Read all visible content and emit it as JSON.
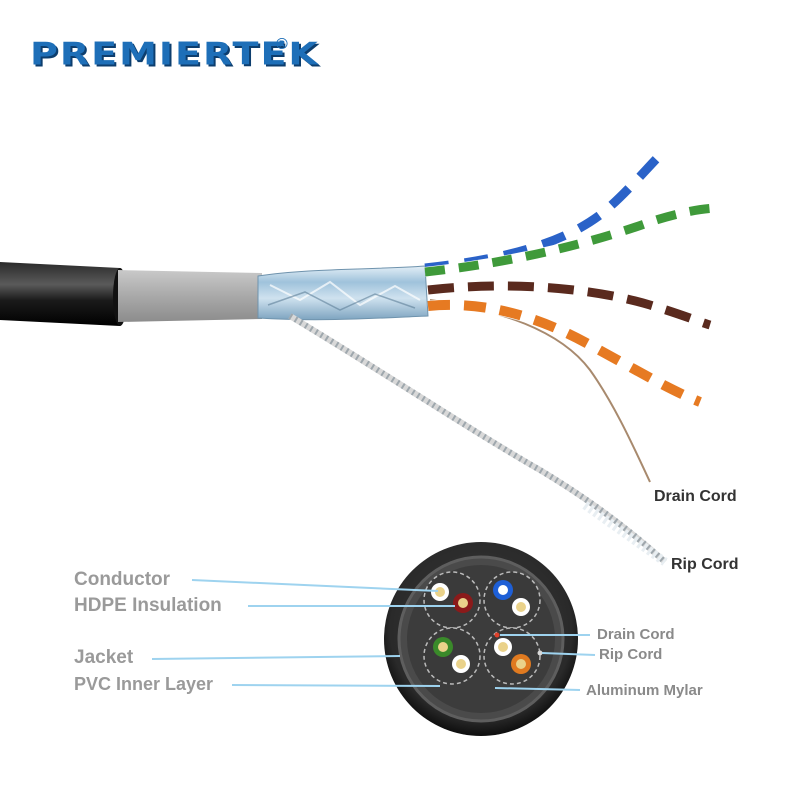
{
  "brand": {
    "name": "PREMIERTEK",
    "registered_mark": "®",
    "color": "#1e6fb8"
  },
  "cable_callouts": {
    "drain_cord": "Drain Cord",
    "rip_cord": "Rip Cord"
  },
  "cross_section": {
    "left_labels": {
      "conductor": "Conductor",
      "hdpe_insulation": "HDPE Insulation",
      "jacket": "Jacket",
      "pvc_inner_layer": "PVC Inner Layer"
    },
    "right_labels": {
      "drain_cord": "Drain Cord",
      "rip_cord": "Rip Cord",
      "aluminum_mylar": "Aluminum Mylar"
    },
    "pair_colors": [
      "#8b1a1a",
      "#1e5fd6",
      "#3a8a2a",
      "#e07a20"
    ],
    "leader_color": "#9ed3ef"
  }
}
